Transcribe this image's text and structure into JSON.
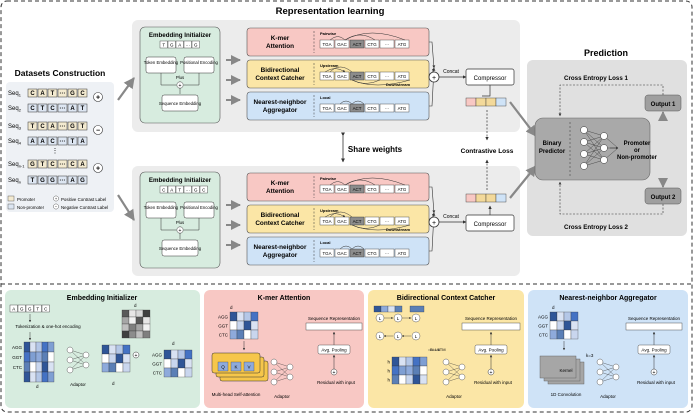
{
  "titles": {
    "representation_learning": "Representation learning",
    "datasets_construction": "Datasets Construction",
    "prediction": "Prediction",
    "share_weights": "Share weights",
    "contrastive_loss": "Contrastive Loss",
    "cross_entropy_1": "Cross Entropy Loss 1",
    "cross_entropy_2": "Cross Entropy Loss 2"
  },
  "datasets": {
    "rows": [
      {
        "label": "Seq",
        "sub": "1",
        "tokens": [
          "C",
          "A",
          "T",
          "···",
          "G",
          "C"
        ],
        "sign": "+"
      },
      {
        "label": "Seq",
        "sub": "2",
        "tokens": [
          "C",
          "T",
          "C",
          "···",
          "A",
          "T"
        ],
        "sign": ""
      },
      {
        "label": "Seq",
        "sub": "3",
        "tokens": [
          "T",
          "C",
          "A",
          "···",
          "G",
          "T"
        ],
        "sign": "−"
      },
      {
        "label": "Seq",
        "sub": "4",
        "tokens": [
          "A",
          "A",
          "C",
          "···",
          "T",
          "A"
        ],
        "sign": ""
      },
      {
        "label": "Seq",
        "sub": "n-1",
        "tokens": [
          "G",
          "T",
          "C",
          "···",
          "C",
          "A"
        ],
        "sign": "+"
      },
      {
        "label": "Seq",
        "sub": "n",
        "tokens": [
          "T",
          "G",
          "G",
          "···",
          "A",
          "G"
        ],
        "sign": ""
      }
    ],
    "legend": {
      "promoter": "Promoter",
      "non_promoter": "Non-promoter",
      "positive": "Positive Contrast Label",
      "negative": "Negative Contrast Label"
    }
  },
  "embedding_initializer": {
    "title": "Embedding Initializer",
    "seq_tokens_top": [
      "T",
      "G",
      "A",
      "···",
      "G"
    ],
    "seq_tokens_bottom": [
      "C",
      "A",
      "T",
      "···",
      "G",
      "C"
    ],
    "token_embedding": "Token Embedding",
    "positional_encoding": "Positional Encoding",
    "plus": "Plus",
    "sequence_embedding": "Sequence Embedding"
  },
  "modules": {
    "kmer": "K-mer Attention",
    "bidirectional": "Bidirectional Context Catcher",
    "nearest": "Nearest-neighbor Aggregator",
    "pairwise": "Pairwise",
    "upstream": "Upstream",
    "downstream": "Downstream",
    "local": "Local",
    "seq_tokens": [
      "TGA",
      "GAC",
      "ACT",
      "CTG",
      "···",
      "ATG"
    ]
  },
  "concat": "Concat",
  "compressor": "Compressor",
  "predictor": {
    "binary_predictor": "Binary Predictor",
    "result": "Promoter or Non-promoter",
    "output1": "Output 1",
    "output2": "Output 2"
  },
  "detail_panels": {
    "embedding": {
      "title": "Embedding Initializer",
      "seq": [
        "A",
        "G",
        "G",
        "T",
        "C"
      ],
      "tokenization": "Tokenization & one-hot encoding",
      "rows": [
        "AGG",
        "GGT",
        "CTC"
      ],
      "adaptor": "Adaptor",
      "d_label": "d",
      "d0": "d",
      "de": "d"
    },
    "kmer": {
      "title": "K-mer Attention",
      "rows": [
        "AGG",
        "GGT",
        "CTC"
      ],
      "seq_repr": "Sequence Representation",
      "avg_pool": "Avg. Pooling",
      "residual": "Residual with input",
      "multi_head": "Multi-head Self-attention",
      "qkv": [
        "Q",
        "K",
        "V"
      ],
      "adaptor": "Adaptor"
    },
    "bidirectional": {
      "title": "Bidirectional Context Catcher",
      "seq_repr": "Sequence Representation",
      "avg_pool": "Avg. Pooling",
      "residual": "Residual with input",
      "adaptor": "Adaptor",
      "bilstm": "Bi-LSTM",
      "cell": "L"
    },
    "nearest": {
      "title": "Nearest-neighbor Aggregator",
      "rows": [
        "AGG",
        "GGT",
        "CTC"
      ],
      "seq_repr": "Sequence Representation",
      "avg_pool": "Avg. Pooling",
      "residual": "Residual with input",
      "kernel": "Kernel",
      "k": "k=3",
      "conv": "1D Convolution",
      "adaptor": "Adaptor"
    }
  },
  "colors": {
    "kmer_fill": "#f8c8c4",
    "bidir_fill": "#fbe6a6",
    "nearest_fill": "#cfe3f7",
    "embed_fill": "#d7ecdf",
    "panel_gray": "#ececec",
    "dark_gray": "#8c8c8c",
    "blue_cell": "#5b7fb6"
  }
}
